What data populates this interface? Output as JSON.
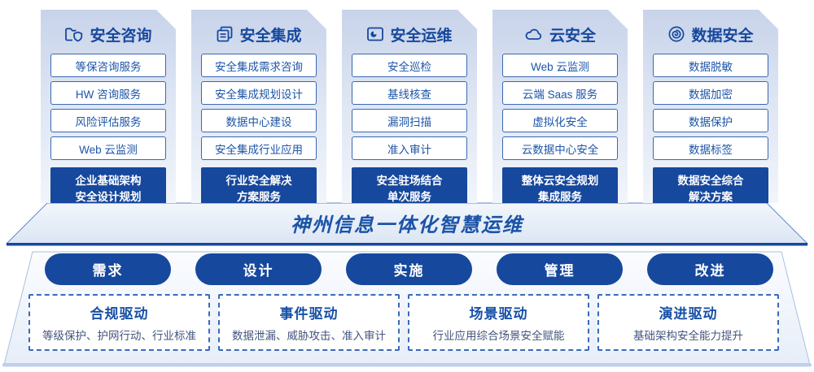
{
  "columns": [
    {
      "icon": "folder-shield-icon",
      "title": "安全咨询",
      "items": [
        "等保咨询服务",
        "HW 咨询服务",
        "风险评估服务",
        "Web 云监测"
      ],
      "footer_line1": "企业基础架构",
      "footer_line2": "安全设计规划"
    },
    {
      "icon": "documents-icon",
      "title": "安全集成",
      "items": [
        "安全集成需求咨询",
        "安全集成规划设计",
        "数据中心建设",
        "安全集成行业应用"
      ],
      "footer_line1": "行业安全解决",
      "footer_line2": "方案服务"
    },
    {
      "icon": "monitor-pie-icon",
      "title": "安全运维",
      "items": [
        "安全巡检",
        "基线核查",
        "漏洞扫描",
        "准入审计"
      ],
      "footer_line1": "安全驻场结合",
      "footer_line2": "单次服务"
    },
    {
      "icon": "cloud-icon",
      "title": "云安全",
      "items": [
        "Web 云监测",
        "云端 Saas 服务",
        "虚拟化安全",
        "云数据中心安全"
      ],
      "footer_line1": "整体云安全规划",
      "footer_line2": "集成服务"
    },
    {
      "icon": "fingerprint-icon",
      "title": "数据安全",
      "items": [
        "数据脱敏",
        "数据加密",
        "数据保护",
        "数据标签"
      ],
      "footer_line1": "数据安全综合",
      "footer_line2": "解决方案"
    }
  ],
  "banner": {
    "title": "神州信息一体化智慧运维"
  },
  "process_steps": [
    "需求",
    "设计",
    "实施",
    "管理",
    "改进"
  ],
  "drivers": [
    {
      "title": "合规驱动",
      "desc": "等级保护、护网行动、行业标准"
    },
    {
      "title": "事件驱动",
      "desc": "数据泄漏、威胁攻击、准入审计"
    },
    {
      "title": "场景驱动",
      "desc": "行业应用综合场景安全赋能"
    },
    {
      "title": "演进驱动",
      "desc": "基础架构安全能力提升"
    }
  ],
  "colors": {
    "primary": "#16489d",
    "box_border": "#3a68b2",
    "box_text": "#1c55a8",
    "banner_text": "#1b53a7",
    "card_top": "#c8d3ea",
    "card_bottom": "#f1f5fb"
  }
}
